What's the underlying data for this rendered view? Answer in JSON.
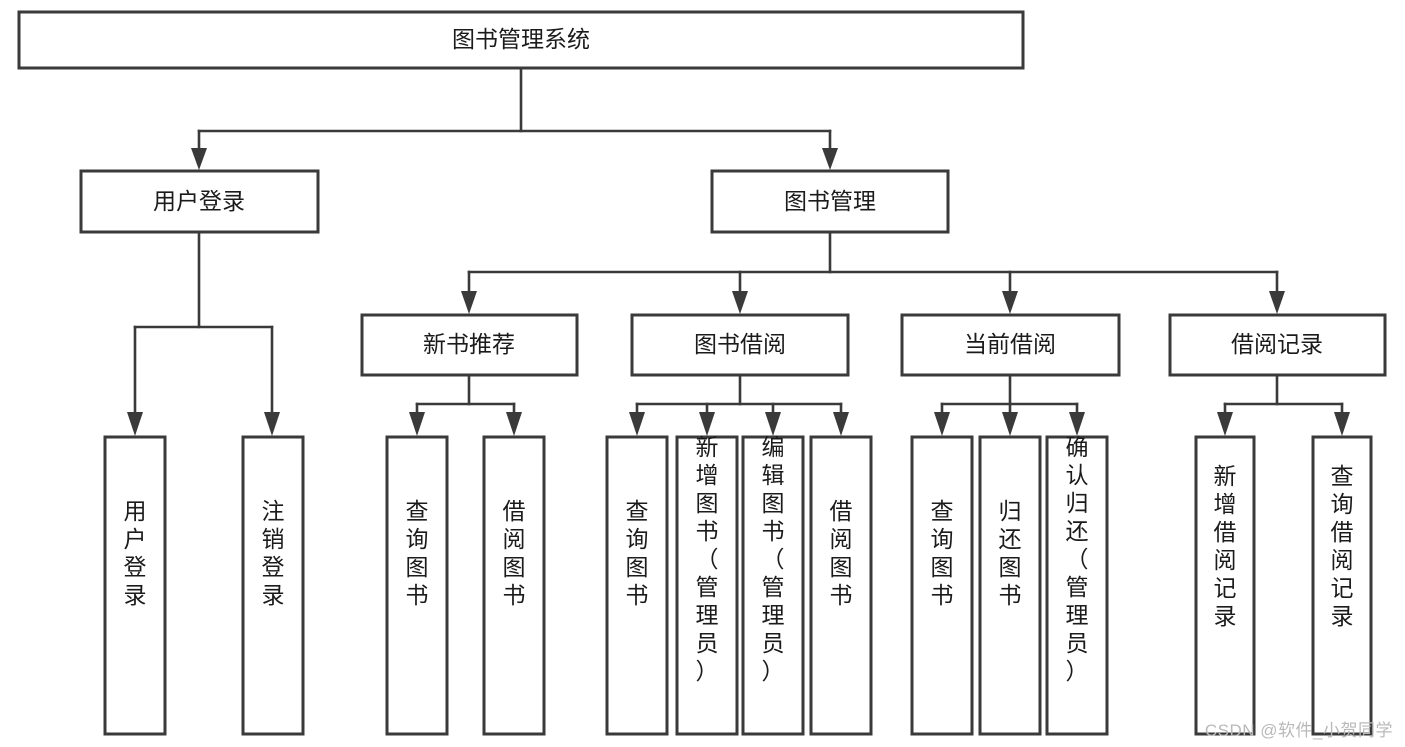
{
  "diagram": {
    "title": "图书管理系统",
    "type": "functional-structure-tree",
    "watermark": "CSDN @软件_小贺同学",
    "colors": {
      "box_stroke": "#3a3a3a",
      "box_fill": "#ffffff",
      "text": "#1b1b1b",
      "connector": "#3a3a3a",
      "watermark": "#b9b9b9",
      "background": "#ffffff"
    },
    "root": {
      "label": "图书管理系统"
    },
    "level2": [
      {
        "id": "user-login",
        "label": "用户登录"
      },
      {
        "id": "book-manage",
        "label": "图书管理"
      }
    ],
    "level3": [
      {
        "id": "new-book-recommend",
        "label": "新书推荐",
        "parent": "book-manage"
      },
      {
        "id": "book-borrow",
        "label": "图书借阅",
        "parent": "book-manage"
      },
      {
        "id": "current-borrow",
        "label": "当前借阅",
        "parent": "book-manage"
      },
      {
        "id": "borrow-record",
        "label": "借阅记录",
        "parent": "book-manage"
      }
    ],
    "leaves": {
      "user-login": [
        {
          "id": "leaf-user-login",
          "label": "用户登录"
        },
        {
          "id": "leaf-user-logout",
          "label": "注销登录"
        }
      ],
      "new-book-recommend": [
        {
          "id": "leaf-query-book-1",
          "label": "查询图书"
        },
        {
          "id": "leaf-borrow-book-1",
          "label": "借阅图书"
        }
      ],
      "book-borrow": [
        {
          "id": "leaf-query-book-2",
          "label": "查询图书"
        },
        {
          "id": "leaf-add-book",
          "label": "新增图书（管理员）"
        },
        {
          "id": "leaf-edit-book",
          "label": "编辑图书（管理员）"
        },
        {
          "id": "leaf-borrow-book-2",
          "label": "借阅图书"
        }
      ],
      "current-borrow": [
        {
          "id": "leaf-query-book-3",
          "label": "查询图书"
        },
        {
          "id": "leaf-return-book",
          "label": "归还图书"
        },
        {
          "id": "leaf-confirm-return",
          "label": "确认归还（管理员）"
        }
      ],
      "borrow-record": [
        {
          "id": "leaf-add-record",
          "label": "新增借阅记录"
        },
        {
          "id": "leaf-query-record",
          "label": "查询借阅记录"
        }
      ]
    }
  }
}
